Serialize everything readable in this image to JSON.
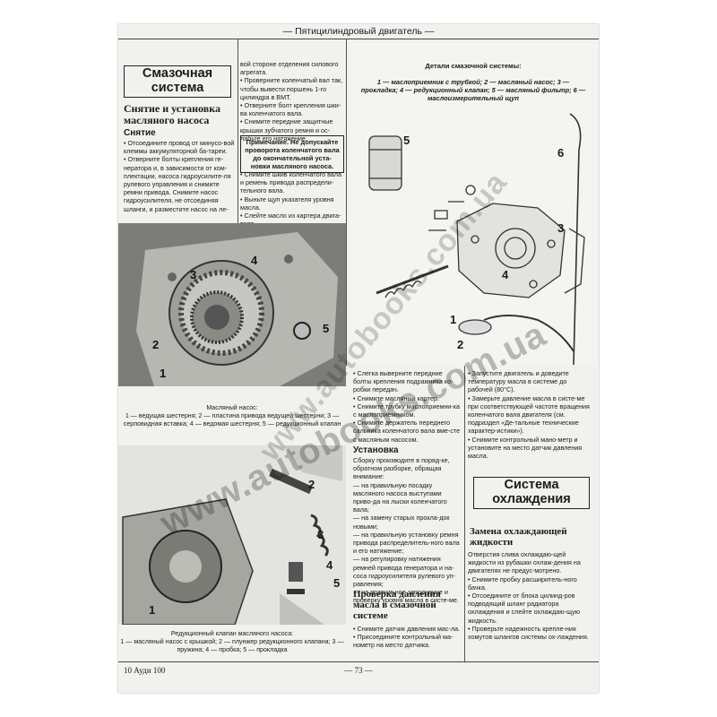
{
  "header": {
    "title": "— Пятицилиндровый двигатель —"
  },
  "footer": {
    "left": "10 Ауди 100",
    "page": "— 73 —"
  },
  "col1": {
    "section_title": "Смазочная\nсистема",
    "sub_title": "Снятие и установка\nмасляного насоса",
    "removal_heading": "Снятие",
    "items": [
      "• Отсоедините провод от минусо-вой клеммы аккумуляторной ба-тареи.",
      "• Отверните болты крепления ге-нератора и, в зависимости от ком-плектации, насоса гидроусилите-ля рулевого управления и снимите ремни привода. Снимите насос гидроусилителя, не отсоединяя шланги, и разместите насос на ле-"
    ]
  },
  "col2": {
    "items_top": [
      "вой стороне отделения силового агрегата.",
      "• Проверните коленчатый вал так, чтобы вывести поршень 1-го цилиндра в ВМТ.",
      "• Отверните болт крепления шки-ва коленчатого вала.",
      "• Снимите передние защитные крышки зубчатого ремня и ос-лабьте его натяжение."
    ],
    "note": "Примечание. Не допускайте проворота коленчатого вала до окончательной уста-новки масляного насоса.",
    "items_bottom": [
      "• Снимите шкив коленчатого вала и ремень привода распредели-тельного вала.",
      "• Выньте щуп указателя уровня масла.",
      "• Слейте масло из картера двига-теля."
    ]
  },
  "diagram": {
    "title": "Детали смазочной системы:",
    "caption": "1 — маслоприемник с трубкой; 2 — масляный насос; 3 — прокладка; 4 — редукционный клапан; 5 — масляный фильтр; 6 — маслоизмерительный щуп",
    "callouts": [
      "5",
      "6",
      "3",
      "4",
      "1",
      "2"
    ]
  },
  "photo1": {
    "callouts": [
      "4",
      "3",
      "2",
      "1",
      "5"
    ],
    "caption_title": "Масляный насос:",
    "caption": "1 — ведущая шестерня; 2 — пластина привода ведущей шестерни; 3 — серповидная вставка; 4 — ведомая шестерня; 5 — редукционный клапан"
  },
  "photo2": {
    "callouts": [
      "2",
      "3",
      "4",
      "5",
      "1"
    ],
    "caption_title": "Редукционный клапан масляного насоса:",
    "caption": "1 — масляный насос с крышкой; 2 — плунжер редукционного клапана; 3 — пружина; 4 — пробка; 5 — прокладка"
  },
  "col3": {
    "items": [
      "• Слегка выверните передние болты крепления подрамника ко-робки передач.",
      "• Снимите масляный картер.",
      "• Снимите трубку маслоприемни-ка с маслоприемником.",
      "• Снимите держатель переднего сальника коленчатого вала вме-сте с масляным насосом."
    ],
    "install_heading": "Установка",
    "install_text": "Сборку производите в поряд-ке, обратном разборке, обращая внимание:",
    "install_items": [
      "— на правильную посадку масляного насоса выступами приво-да на лыски коленчатого вала;",
      "— на замену старых прокла-док новыми;",
      "— на правильную установку ремня привода распределитель-ного вала и его натяжение;",
      "— на регулировку натяжения ремней привода генератора и на-соса гидроусилителя рулевого уп-равления;",
      "— на правильное заполнение и проверку уровня масла в систе-ме."
    ],
    "check_title": "Проверка давления\nмасла в смазочной\nсистеме",
    "check_items": [
      "• Снимите датчик давления мас-ла.",
      "• Присоедините контрольный ма-нометр на место датчика."
    ]
  },
  "col4": {
    "items": [
      "• Запустите двигатель и доведите температуру масла в системе до рабочей (80°С).",
      "• Замерьте давление масла в систе-ме при соответствующей частоте вращения коленчатого вала двигателя (см. подраздел «Де-тальные технические характер-истики»).",
      "• Снимите контрольный мано-метр и установите на место датчик давления масла."
    ],
    "section_title": "Система\nохлаждения",
    "sub_title": "Замена охлаждающей\nжидкости",
    "cool_items": [
      "Отверстия слива охлаждаю-щей жидкости из рубашки охлаж-дения на двигателях не предус-мотрено.",
      "• Снимите пробку расширитель-ного бачка.",
      "• Отсоедините от блока цилинд-ров подводящий шланг радиатора охлаждения и слейте охлаждаю-щую жидкость.",
      "• Проверьте надежность крепле-ния хомутов шлангов системы ох-лаждения."
    ]
  },
  "watermarks": [
    "www.autobooks.com.ua",
    "www.autobooks.com.ua"
  ]
}
